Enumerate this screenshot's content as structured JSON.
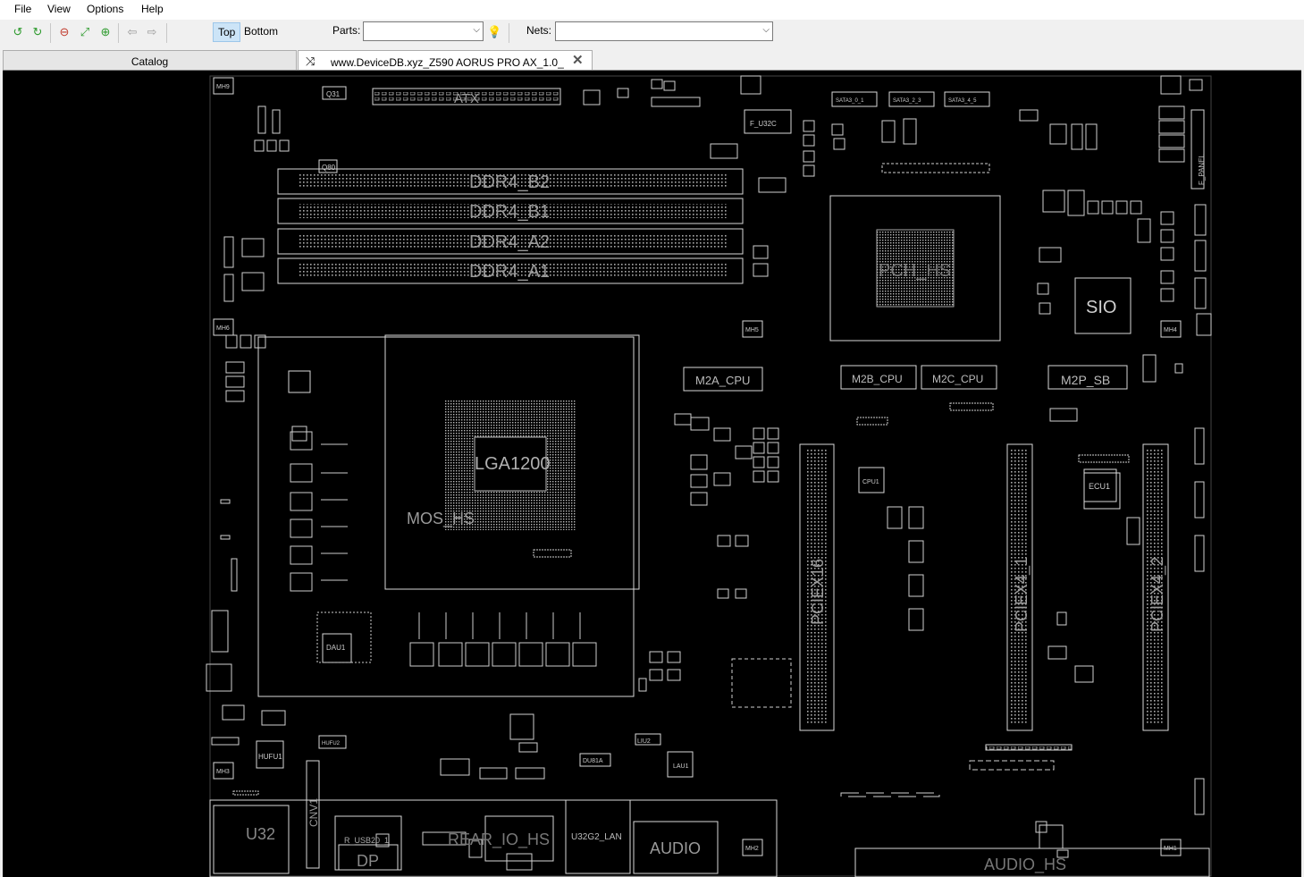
{
  "menu": {
    "file": "File",
    "view": "View",
    "options": "Options",
    "help": "Help"
  },
  "toolbar": {
    "top_label": "Top",
    "bottom_label": "Bottom",
    "parts_label": "Parts:",
    "nets_label": "Nets:",
    "parts_value": "",
    "nets_value": ""
  },
  "tabs": {
    "catalog": "Catalog",
    "document": "www.DeviceDB.xyz_Z590 AORUS PRO AX_1.0_"
  },
  "board": {
    "atx": "ATX",
    "ddr_b2": "DDR4_B2",
    "ddr_b1": "DDR4_B1",
    "ddr_a2": "DDR4_A2",
    "ddr_a1": "DDR4_A1",
    "cpu": "LGA1200",
    "mos": "MOS_HS",
    "pch": "PCH_HS",
    "sio": "SIO",
    "m2a": "M2A_CPU",
    "m2b": "M2B_CPU",
    "m2c": "M2C_CPU",
    "m2p": "M2P_SB",
    "pciex16": "PCIEX16",
    "pciex4_1": "PCIEX4_1",
    "pciex4_2": "PCIEX4_2",
    "u32": "U32",
    "dp": "DP",
    "rear_usb": "R_USB20_1",
    "u32g2_lan": "U32G2_LAN",
    "audio": "AUDIO",
    "audio_hs": "AUDIO_HS",
    "rear_io": "REAR_IO_HS",
    "f_panel": "F_PANEL",
    "f_u32c": "F_U32C",
    "ecu1": "ECU1",
    "cpu1": "CPU1",
    "dau1": "DAU1",
    "hufu1": "HUFU1",
    "hufu2": "HUFU2",
    "lau1": "LAU1",
    "liu2": "LIU2",
    "du81a": "DU81A",
    "mh3": "MH3",
    "mh6": "MH6",
    "mh9": "MH9",
    "mh5": "MH5",
    "mh4": "MH4",
    "mh2": "MH2",
    "mh1": "MH1",
    "q31": "Q31",
    "q80": "Q80",
    "cnv1": "CNV1",
    "sata_0_1": "SATA3_0_1",
    "sata_2_3": "SATA3_2_3",
    "sata_4_5": "SATA3_4_5"
  }
}
